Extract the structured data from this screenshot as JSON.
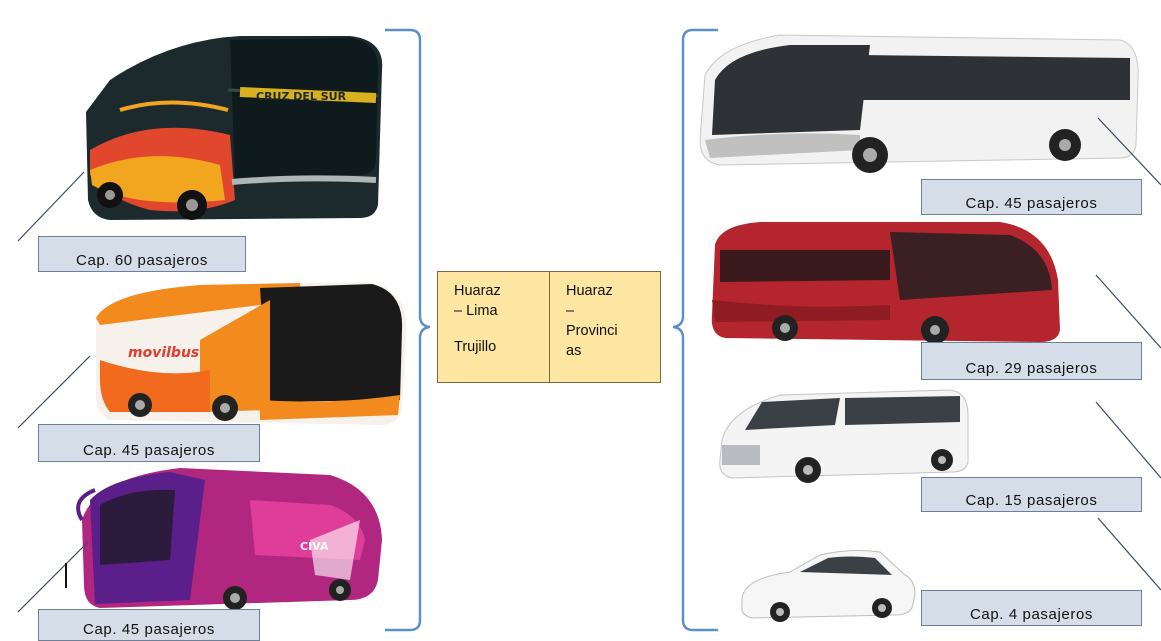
{
  "routes": {
    "left_column": {
      "line1": "Huaraz",
      "line2": "– Lima",
      "line3": "Trujillo"
    },
    "right_column": {
      "line1": "Huaraz",
      "line2": "–",
      "line3": "Provinci",
      "line4": "as"
    }
  },
  "left_buses": [
    {
      "capacity": "Cap. 60 pasajeros",
      "brand": "CRUZ DEL SUR"
    },
    {
      "capacity": "Cap. 45 pasajeros",
      "brand": "movilbus"
    },
    {
      "capacity": "Cap. 45 pasajeros",
      "brand": "CIVA"
    }
  ],
  "right_vehicles": [
    {
      "capacity": "Cap. 45 pasajeros"
    },
    {
      "capacity": "Cap. 29 pasajeros"
    },
    {
      "capacity": "Cap. 15 pasajeros"
    },
    {
      "capacity": "Cap. 4 pasajeros"
    }
  ],
  "colors": {
    "bracket": "#5b8fc9",
    "route_box": "#fde5a2",
    "caption_bg": "#d5dde9",
    "caption_border": "#6e7f99"
  }
}
